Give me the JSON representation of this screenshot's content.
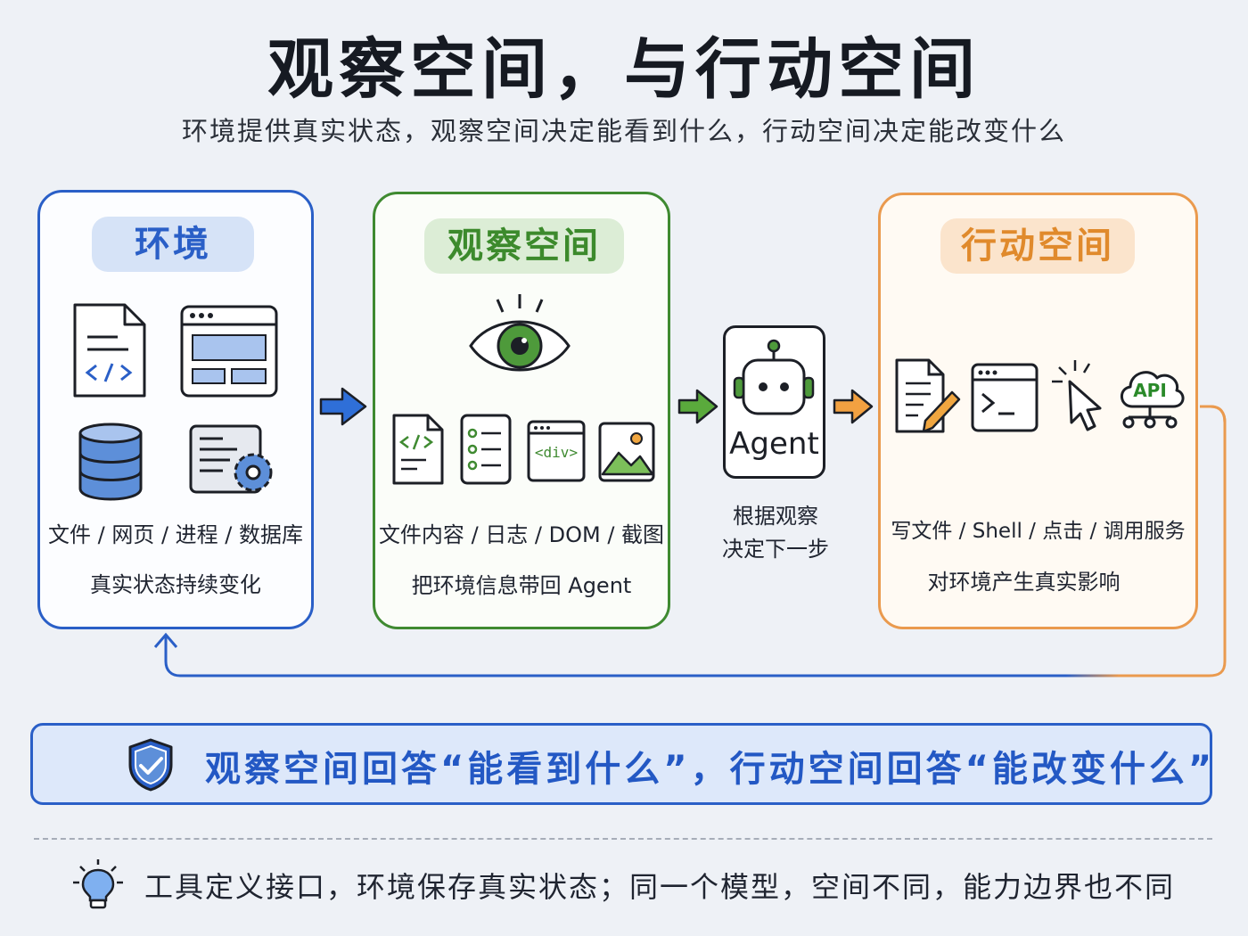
{
  "title": "观察空间，与行动空间",
  "subtitle": "环境提供真实状态，观察空间决定能看到什么，行动空间决定能改变什么",
  "environment": {
    "heading": "环境",
    "items_label": "文件 / 网页 / 进程 / 数据库",
    "desc": "真实状态持续变化",
    "icons": [
      "code-file-icon",
      "webpage-icon",
      "database-icon",
      "process-settings-icon"
    ]
  },
  "observation": {
    "heading": "观察空间",
    "items_label": "文件内容 / 日志 / DOM / 截图",
    "desc": "把环境信息带回 Agent",
    "icons": [
      "eye-icon",
      "code-file-icon",
      "log-list-icon",
      "dom-window-icon",
      "screenshot-image-icon"
    ],
    "dom_tag": "<div>"
  },
  "agent": {
    "label": "Agent",
    "desc_line1": "根据观察",
    "desc_line2": "决定下一步",
    "icons": [
      "robot-icon"
    ]
  },
  "action": {
    "heading": "行动空间",
    "items_label": "写文件 / Shell / 点击 / 调用服务",
    "desc": "对环境产生真实影响",
    "icons": [
      "write-file-icon",
      "terminal-icon",
      "click-cursor-icon",
      "api-cloud-icon"
    ],
    "api_label": "API"
  },
  "banner": {
    "text": "观察空间回答“能看到什么”，行动空间回答“能改变什么”",
    "icons": [
      "shield-check-icon"
    ]
  },
  "footer": {
    "text": "工具定义接口，环境保存真实状态；同一个模型，空间不同，能力边界也不同",
    "icons": [
      "lightbulb-icon"
    ]
  },
  "colors": {
    "environment": "#2a5fc7",
    "observation": "#3f8a31",
    "action": "#ea9a4e",
    "agent": "#1c1f26"
  }
}
